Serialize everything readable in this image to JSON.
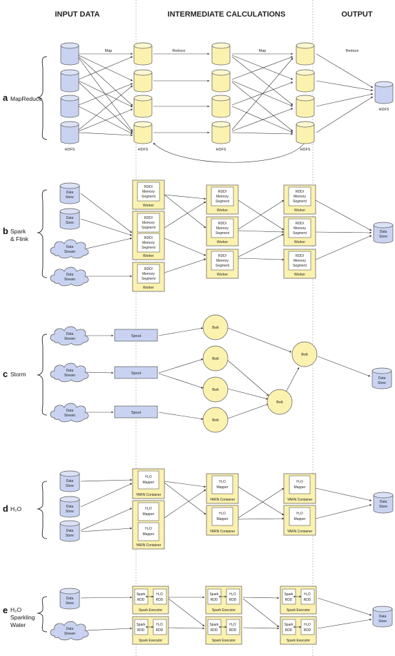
{
  "columns": {
    "input": "INPUT DATA",
    "intermediate": "INTERMEDIATE CALCULATIONS",
    "output": "OUTPUT"
  },
  "mapreduce": {
    "letter": "a",
    "name": "MapReduce",
    "step_map_1": "Map",
    "step_reduce_1": "Reduce",
    "step_map_2": "Map",
    "step_reduce_2": "Reduce",
    "hdfs": "HDFS"
  },
  "spark": {
    "letter": "b",
    "name_line1": "Spark",
    "name_line2": "& Flink",
    "data_store_1": "Data",
    "data_store_2": "Store",
    "data_stream_1": "Data",
    "data_stream_2": "Stream",
    "rdd_1": "RDD/",
    "rdd_2": "Memory",
    "rdd_3": "Segment",
    "worker": "Worker"
  },
  "storm": {
    "letter": "c",
    "name": "Storm",
    "spout": "Spout",
    "bolt": "Bolt",
    "data_stream_1": "Data",
    "data_stream_2": "Stream",
    "data_store_1": "Data",
    "data_store_2": "Store"
  },
  "h2o": {
    "letter": "d",
    "name": "H₂O",
    "mapper_1": "H₂O",
    "mapper_2": "Mapper",
    "container": "YARN Container",
    "data_store_1": "Data",
    "data_store_2": "Store"
  },
  "sparkling": {
    "letter": "e",
    "name_line1": "H₂O",
    "name_line2": "Sparkling",
    "name_line3": "Water",
    "spark_1": "Spark",
    "spark_2": "RDD",
    "h2o_1": "H₂O",
    "h2o_2": "RDD",
    "executor": "Spark Executor",
    "data_store_1": "Data",
    "data_store_2": "Store",
    "data_stream_1": "Data",
    "data_stream_2": "Stream"
  },
  "colors": {
    "input_fill": "#c9d3f1",
    "compute_fill": "#fbf2b0",
    "stroke": "#555555"
  }
}
